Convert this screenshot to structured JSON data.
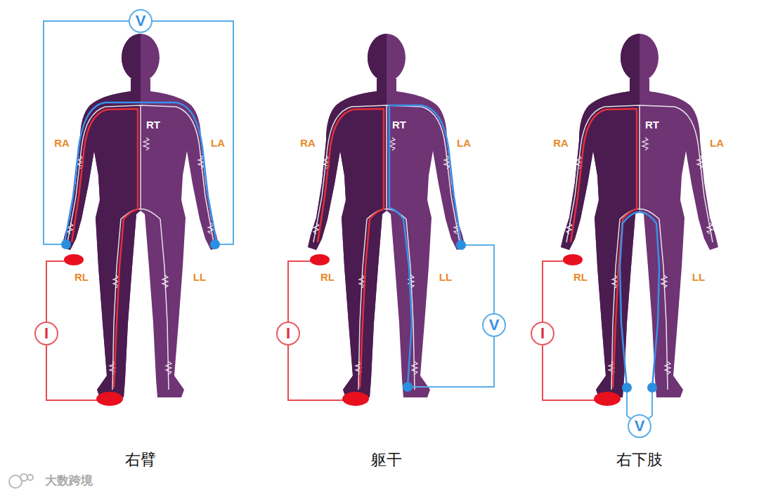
{
  "diagram": {
    "nodes": [
      {
        "text": [
          "V"
        ]
      },
      {
        "text": [
          "I"
        ]
      },
      {
        "text": [
          "I"
        ]
      },
      {
        "text": [
          "V"
        ]
      },
      {
        "text": [
          "I"
        ]
      },
      {
        "text": [
          "V"
        ]
      }
    ],
    "labels": [
      "RA",
      "RT",
      "LA",
      "RL",
      "LL",
      "右臂",
      "RA",
      "RT",
      "LA",
      "RL",
      "LL",
      "躯干",
      "RA",
      "RT",
      "LA",
      "RL",
      "LL",
      "右下肢",
      "大数跨境"
    ]
  }
}
